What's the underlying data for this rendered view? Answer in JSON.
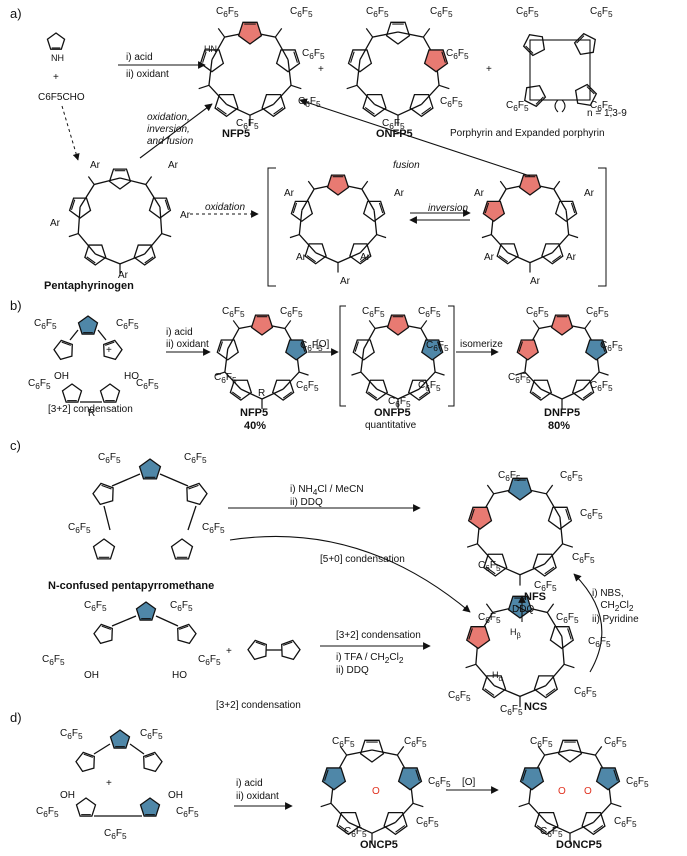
{
  "panels": {
    "a": "a)",
    "b": "b)",
    "c": "c)",
    "d": "d)"
  },
  "substituent": {
    "c6f5": "C6F5",
    "c6f5_html": "C<sub>6</sub>F<sub>5</sub>",
    "ar": "Ar",
    "r": "R",
    "oh": "OH",
    "ho": "HO",
    "nh": "NH",
    "hn": "HN",
    "n": "N",
    "h": "H",
    "o": "O"
  },
  "panel_a": {
    "aldehyde": "C6F5CHO",
    "plus": "+",
    "step1": "i) acid",
    "step2": "ii) oxidant",
    "path_label": [
      "oxidation,",
      "inversion,",
      "and fusion"
    ],
    "oxidation": "oxidation",
    "inversion": "inversion",
    "fusion": "fusion",
    "nfp5": "NFP5",
    "onfp5": "ONFP5",
    "porphyrin_note": "Porphyrin and Expanded porphyrin",
    "n_values": "n = 1,3-9",
    "pentaphyrinogen": "Pentaphyrinogen"
  },
  "panel_b": {
    "step1": "i) acid",
    "step2": "ii) oxidant",
    "condensation": "[3+2] condensation",
    "ox": "[O]",
    "isomerize": "isomerize",
    "nfp5": "NFP5",
    "nfp5_yield": "40%",
    "onfp5": "ONFP5",
    "onfp5_yield": "quantitative",
    "dnfp5": "DNFP5",
    "dnfp5_yield": "80%"
  },
  "panel_c": {
    "step1_html": "i) NH<sub>4</sub>Cl / MeCN",
    "step2": "ii) DDQ",
    "five_zero": "[5+0] condensation",
    "three_two": "[3+2] condensation",
    "tfa_html": "i) TFA / CH<sub>2</sub>Cl<sub>2</sub>",
    "ddq2": "ii) DDQ",
    "ddq_cross": "DDQ",
    "nbs_html": "i) NBS,<br>&nbsp;&nbsp;&nbsp;CH<sub>2</sub>Cl<sub>2</sub><br>ii) Pyridine",
    "nfs": "NFS",
    "ncs": "NCS",
    "pentapyrromethane": "N-confused pentapyrromethane",
    "bottom_note": "[3+2] condensation",
    "h_beta_html": "H<sub>β</sub>",
    "h_alpha_html": "H<sub>α</sub>"
  },
  "panel_d": {
    "step1": "i) acid",
    "step2": "ii) oxidant",
    "ox": "[O]",
    "oncp5": "ONCP5",
    "doncp5": "DONCP5"
  },
  "colors": {
    "red_ring": "#e87a72",
    "blue_ring": "#4f87a8",
    "bond": "#111111",
    "nitrogen_blue": "#2b3fd1",
    "oxygen_red": "#e0301e"
  }
}
